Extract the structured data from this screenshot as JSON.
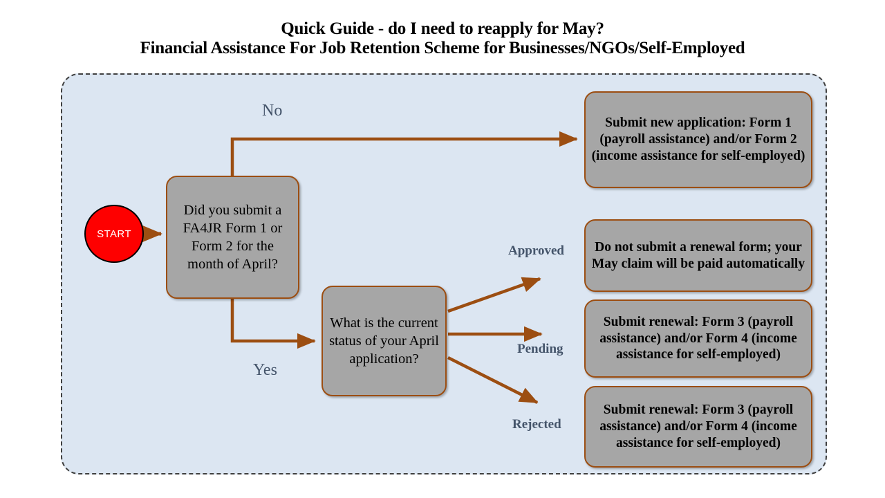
{
  "title": {
    "line1": "Quick Guide - do I need to reapply for May?",
    "line2": "Financial Assistance For Job Retention Scheme for Businesses/NGOs/Self-Employed"
  },
  "colors": {
    "canvas_fill": "#dce6f2",
    "canvas_border": "#3f3f3f",
    "node_fill": "#a6a6a6",
    "node_border": "#9c4e12",
    "connector": "#9c4e12",
    "start_fill": "#fe0000",
    "start_border": "#000000",
    "start_text": "#ffffff",
    "label_text": "#44546a",
    "node_text": "#000000"
  },
  "nodes": {
    "start": {
      "label": "START",
      "shape": "circle"
    },
    "decision_1": {
      "text": "Did you submit a FA4JR Form 1 or Form 2 for the month of April?"
    },
    "decision_2": {
      "text": "What is the current status of your April application?"
    },
    "outcome_new_application": {
      "text": "Submit new application: Form 1 (payroll assistance) and/or Form  2 (income assistance for self-employed)"
    },
    "outcome_approved": {
      "text": "Do not submit a renewal form; your May claim will be paid automatically"
    },
    "outcome_pending": {
      "text": "Submit renewal: Form 3 (payroll assistance) and/or Form 4 (income assistance for self-employed)"
    },
    "outcome_rejected": {
      "text": "Submit renewal: Form 3 (payroll assistance) and/or Form 4 (income assistance for self-employed)"
    }
  },
  "edge_labels": {
    "no": "No",
    "yes": "Yes",
    "approved": "Approved",
    "pending": "Pending",
    "rejected": "Rejected"
  }
}
